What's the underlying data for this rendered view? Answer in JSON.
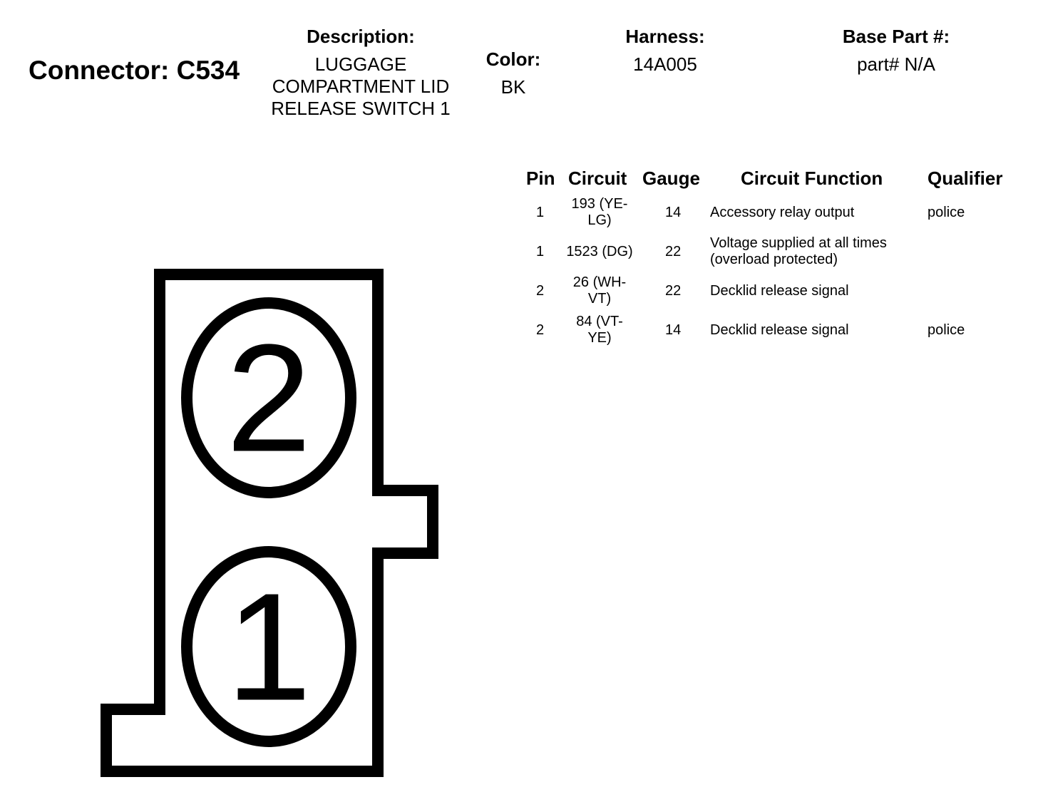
{
  "header": {
    "connector_title": "Connector: C534",
    "description_label": "Description:",
    "description_lines": [
      "LUGGAGE",
      "COMPARTMENT LID",
      "RELEASE SWITCH 1"
    ],
    "color_label": "Color:",
    "color_value": "BK",
    "harness_label": "Harness:",
    "harness_value": "14A005",
    "base_part_label": "Base Part #:",
    "base_part_value": "part# N/A"
  },
  "table": {
    "columns": [
      "Pin",
      "Circuit",
      "Gauge",
      "Circuit Function",
      "Qualifier"
    ],
    "rows": [
      {
        "pin": "1",
        "circuit_lines": [
          "193 (YE-",
          "LG)"
        ],
        "gauge": "14",
        "function_lines": [
          "Accessory relay output"
        ],
        "qualifier": "police"
      },
      {
        "pin": "1",
        "circuit_lines": [
          "1523 (DG)"
        ],
        "gauge": "22",
        "function_lines": [
          "Voltage supplied at all times",
          "(overload protected)"
        ],
        "qualifier": ""
      },
      {
        "pin": "2",
        "circuit_lines": [
          "26 (WH-",
          "VT)"
        ],
        "gauge": "22",
        "function_lines": [
          "Decklid release signal"
        ],
        "qualifier": ""
      },
      {
        "pin": "2",
        "circuit_lines": [
          "84 (VT-",
          "YE)"
        ],
        "gauge": "14",
        "function_lines": [
          "Decklid release signal"
        ],
        "qualifier": "police"
      }
    ]
  },
  "diagram": {
    "pins": [
      {
        "label": "2"
      },
      {
        "label": "1"
      }
    ],
    "stroke_color": "#000000",
    "fill_color": "#ffffff"
  }
}
